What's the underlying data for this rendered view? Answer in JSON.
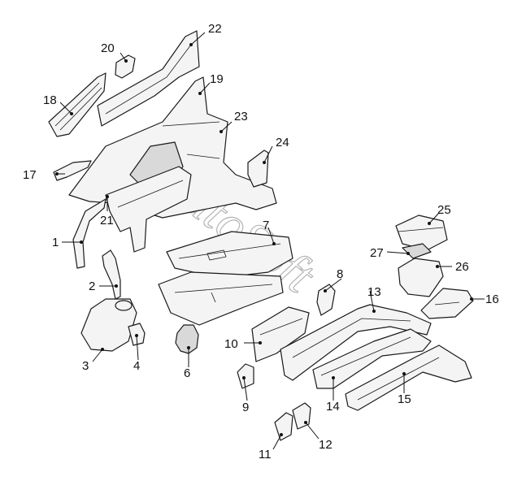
{
  "callouts": [
    "1",
    "2",
    "3",
    "4",
    "6",
    "7",
    "8",
    "9",
    "10",
    "11",
    "12",
    "13",
    "14",
    "15",
    "16",
    "17",
    "18",
    "19",
    "20",
    "21",
    "22",
    "23",
    "24",
    "25",
    "26",
    "27"
  ],
  "watermark": "AutoSoft"
}
